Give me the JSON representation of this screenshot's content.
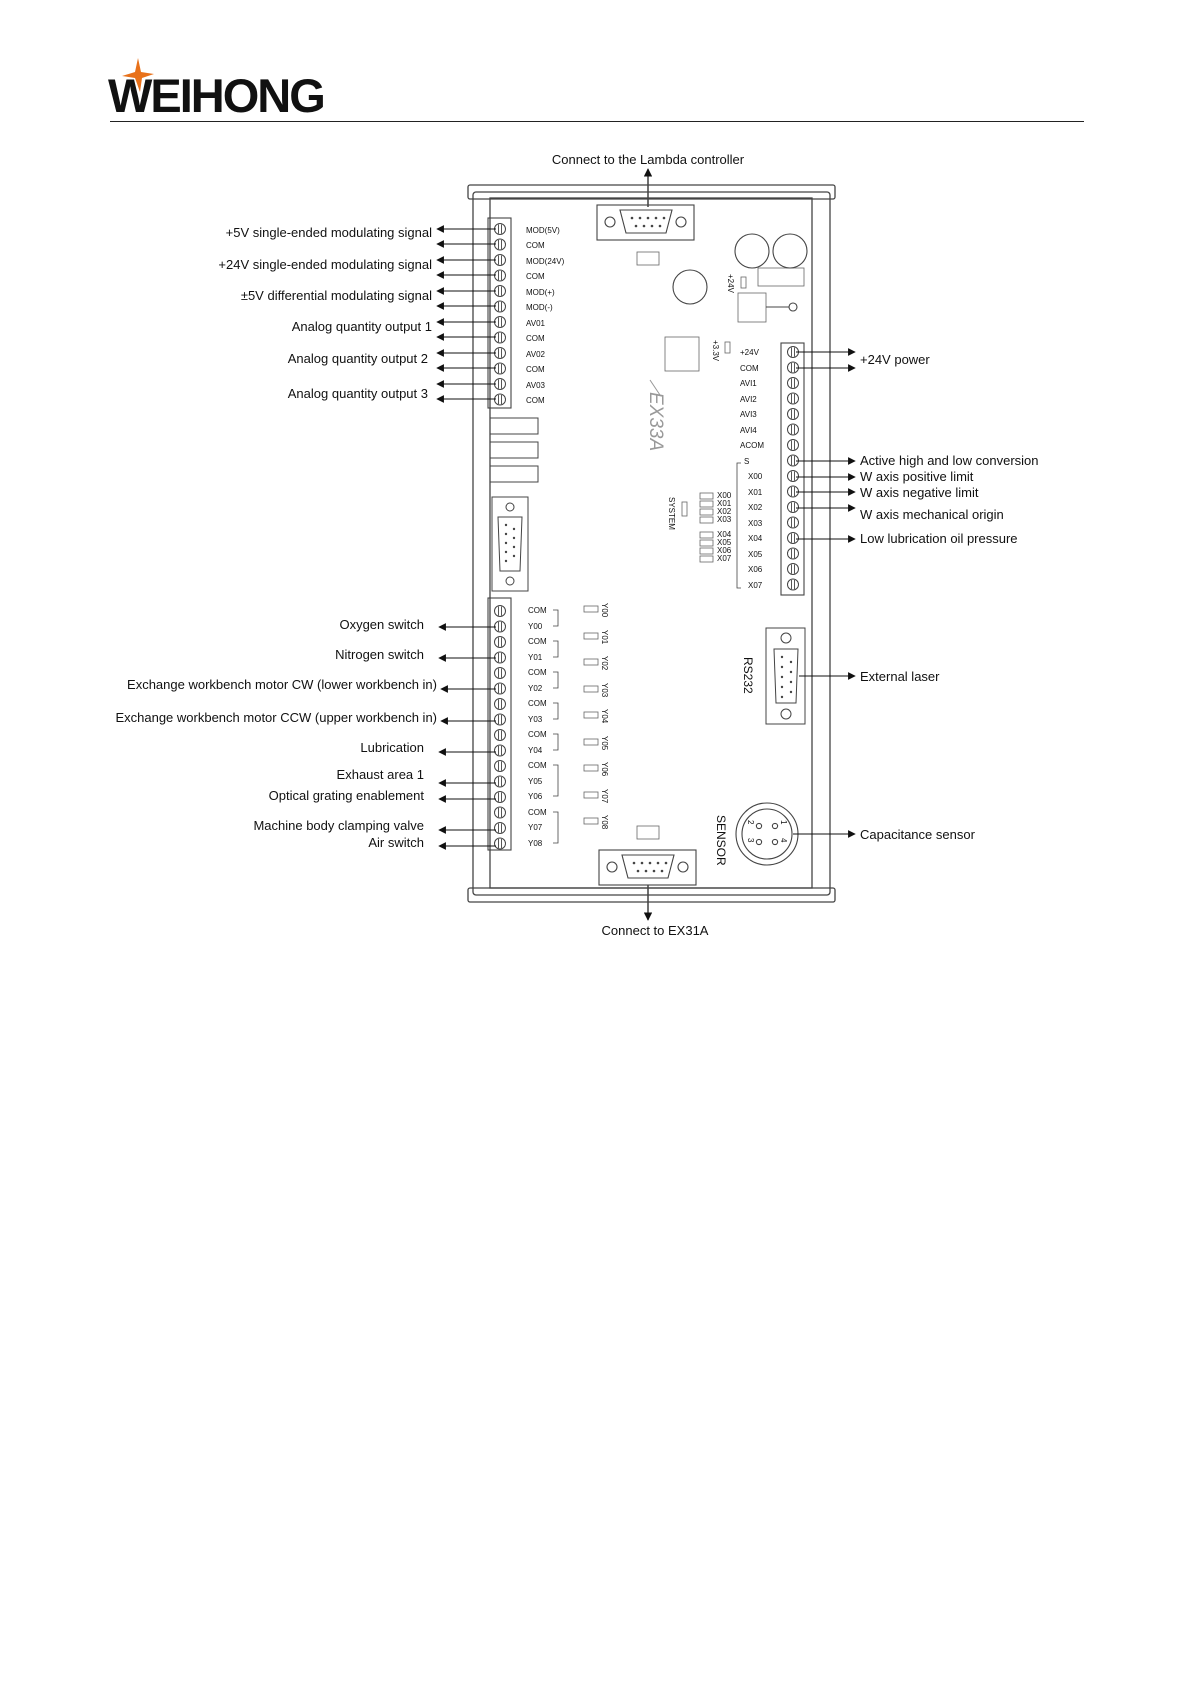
{
  "brand": {
    "name": "WEIHONG"
  },
  "diagram": {
    "top_connector_label": "Connect to the Lambda controller",
    "bottom_connector_label": "Connect to EX31A",
    "board_model": "EX33A",
    "left_top_terminal": {
      "pins": [
        "MOD(5V)",
        "COM",
        "MOD(24V)",
        "COM",
        "MOD(+)",
        "MOD(-)",
        "AV01",
        "COM",
        "AV02",
        "COM",
        "AV03",
        "COM"
      ],
      "callouts": [
        "+5V single-ended modulating signal",
        "+24V single-ended modulating signal",
        "±5V  differential modulating signal",
        "Analog quantity output 1",
        "Analog quantity output 2",
        "Analog quantity output 3"
      ]
    },
    "left_bottom_terminal": {
      "pins": [
        "COM",
        "Y00",
        "COM",
        "Y01",
        "COM",
        "Y02",
        "COM",
        "Y03",
        "COM",
        "Y04",
        "COM",
        "Y05",
        "Y06",
        "COM",
        "Y07",
        "Y08"
      ],
      "callouts": [
        "Oxygen switch",
        "Nitrogen switch",
        "Exchange workbench motor CW (lower workbench in)",
        "Exchange workbench motor CCW (upper workbench in)",
        "Lubrication",
        "Exhaust area 1",
        "Optical grating enablement",
        "Machine body clamping valve",
        "Air switch"
      ],
      "leds": [
        "Y00",
        "Y01",
        "Y02",
        "Y03",
        "Y04",
        "Y05",
        "Y06",
        "Y07",
        "Y08"
      ]
    },
    "right_terminal": {
      "pins": [
        "+24V",
        "COM",
        "AVI1",
        "AVI2",
        "AVI3",
        "AVI4",
        "ACOM",
        "S",
        "X00",
        "X01",
        "X02",
        "X03",
        "X04",
        "X05",
        "X06",
        "X07"
      ],
      "callouts": [
        "+24V power",
        "Active high and low conversion",
        "W axis positive limit",
        "W axis negative limit",
        "W axis mechanical origin",
        "Low lubrication oil pressure"
      ]
    },
    "input_led_labels": [
      "X00",
      "X01",
      "X02",
      "X03",
      "X04",
      "X05",
      "X06",
      "X07"
    ],
    "power_labels": [
      "+24V",
      "+3.3V"
    ],
    "system_label": "SYSTEM",
    "rs232": {
      "label": "RS232",
      "callout": "External laser"
    },
    "sensor": {
      "label": "SENSOR",
      "callout": "Capacitance sensor",
      "pins": [
        "1",
        "4",
        "2",
        "3"
      ]
    }
  }
}
